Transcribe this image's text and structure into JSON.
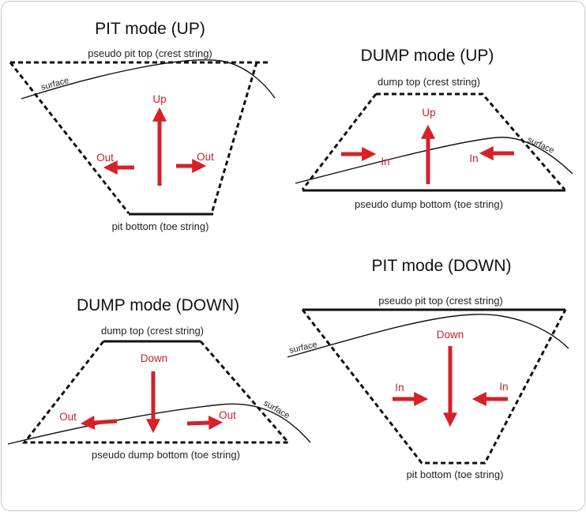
{
  "pit_up": {
    "title": "PIT mode (UP)",
    "top_label": "pseudo pit top (crest string)",
    "bottom_label": "pit bottom (toe string)",
    "surface_label": "surface",
    "arrow_up": "Up",
    "arrow_out_left": "Out",
    "arrow_out_right": "Out"
  },
  "dump_up": {
    "title": "DUMP mode (UP)",
    "top_label": "dump top (crest string)",
    "bottom_label": "pseudo dump bottom (toe string)",
    "surface_label": "surface",
    "arrow_up": "Up",
    "arrow_in_left": "In",
    "arrow_in_right": "In"
  },
  "dump_down": {
    "title": "DUMP mode (DOWN)",
    "top_label": "dump top (crest string)",
    "bottom_label": "pseudo dump bottom (toe string)",
    "surface_label": "surface",
    "arrow_down": "Down",
    "arrow_out_left": "Out",
    "arrow_out_right": "Out"
  },
  "pit_down": {
    "title": "PIT mode (DOWN)",
    "top_label": "pseudo pit top (crest string)",
    "bottom_label": "pit bottom (toe string)",
    "surface_label": "surface",
    "arrow_down": "Down",
    "arrow_in_left": "In",
    "arrow_in_right": "In"
  },
  "colors": {
    "arrow": "#d72027",
    "arrow_text": "#cc2029",
    "line": "#111111"
  }
}
